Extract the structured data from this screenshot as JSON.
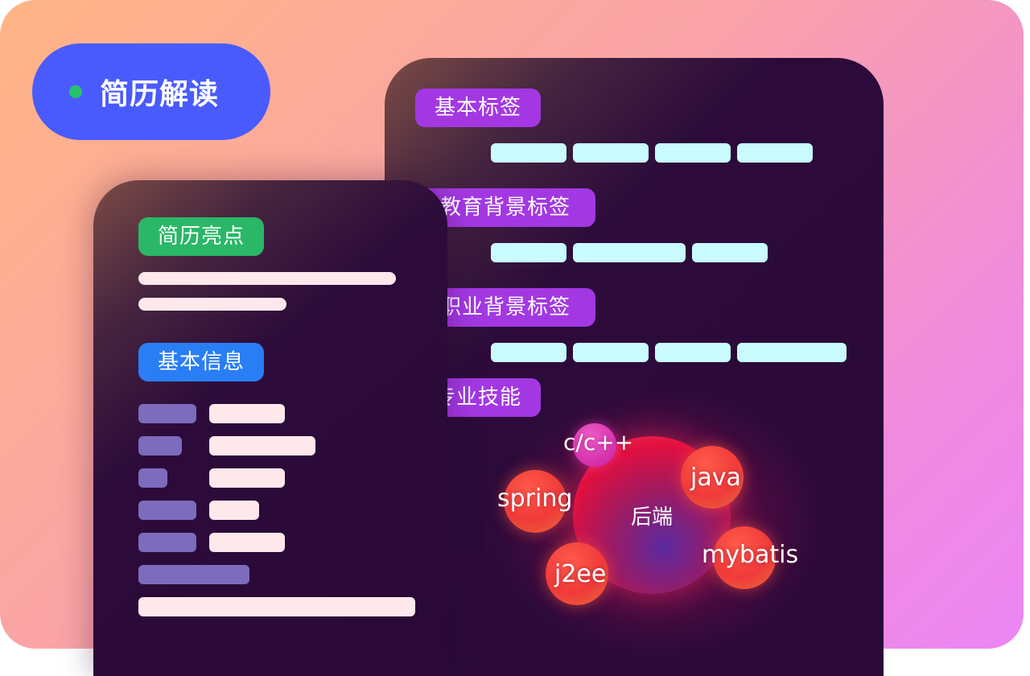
{
  "header": {
    "title": "简历解读"
  },
  "right_panel": {
    "sections": [
      {
        "label": "基本标签"
      },
      {
        "label": "教育背景标签"
      },
      {
        "label": "职业背景标签"
      },
      {
        "label": "专业技能"
      }
    ]
  },
  "left_panel": {
    "highlights_label": "简历亮点",
    "basic_info_label": "基本信息"
  },
  "skills": {
    "center": "后端",
    "bubbles": [
      "c/c++",
      "java",
      "spring",
      "mybatis",
      "j2ee"
    ]
  },
  "colors": {
    "pill_blue": "#4a5bfd",
    "tag_purple": "#a338e3",
    "tag_green": "#2bb768",
    "tag_blue": "#2a7ef5",
    "skeleton_cyan": "#c9fbff"
  }
}
